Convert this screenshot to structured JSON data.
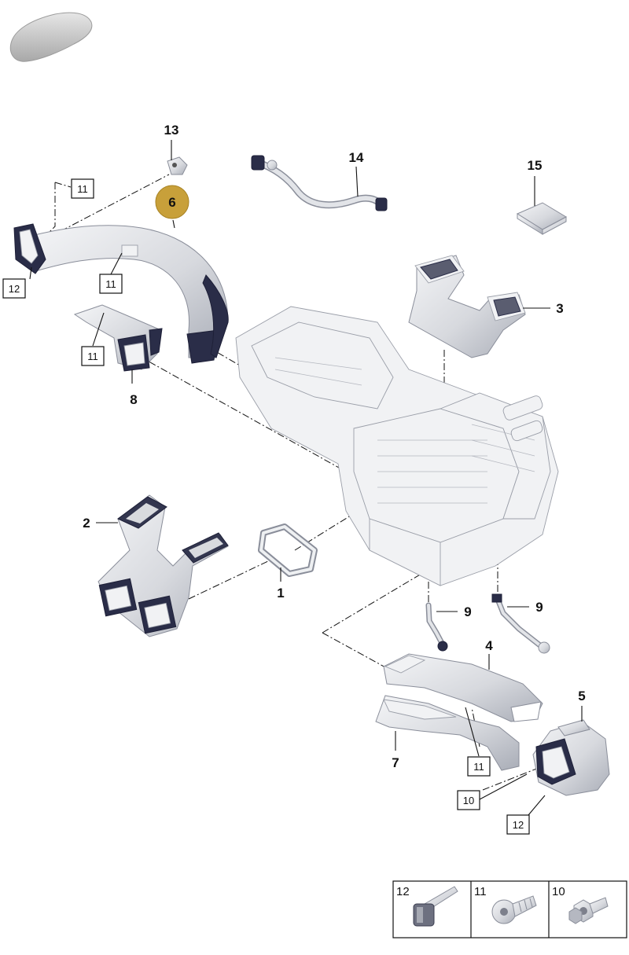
{
  "callouts": {
    "c1": "1",
    "c2": "2",
    "c3": "3",
    "c4": "4",
    "c5": "5",
    "c6": "6",
    "c7": "7",
    "c8": "8",
    "c9a": "9",
    "c9b": "9",
    "c13": "13",
    "c14": "14",
    "c15": "15"
  },
  "boxed_labels": {
    "b11_top": "11",
    "b12_left": "12",
    "b11_duct": "11",
    "b11_bracket": "11",
    "b11_lower": "11",
    "b10_lower": "10",
    "b12_lower": "12"
  },
  "legend": {
    "items": [
      {
        "number": "12"
      },
      {
        "number": "11"
      },
      {
        "number": "10"
      }
    ]
  },
  "colors": {
    "highlight": "#c8a03a",
    "parts_light": "#f1f2f4",
    "parts_dark": "#2a2d48"
  }
}
